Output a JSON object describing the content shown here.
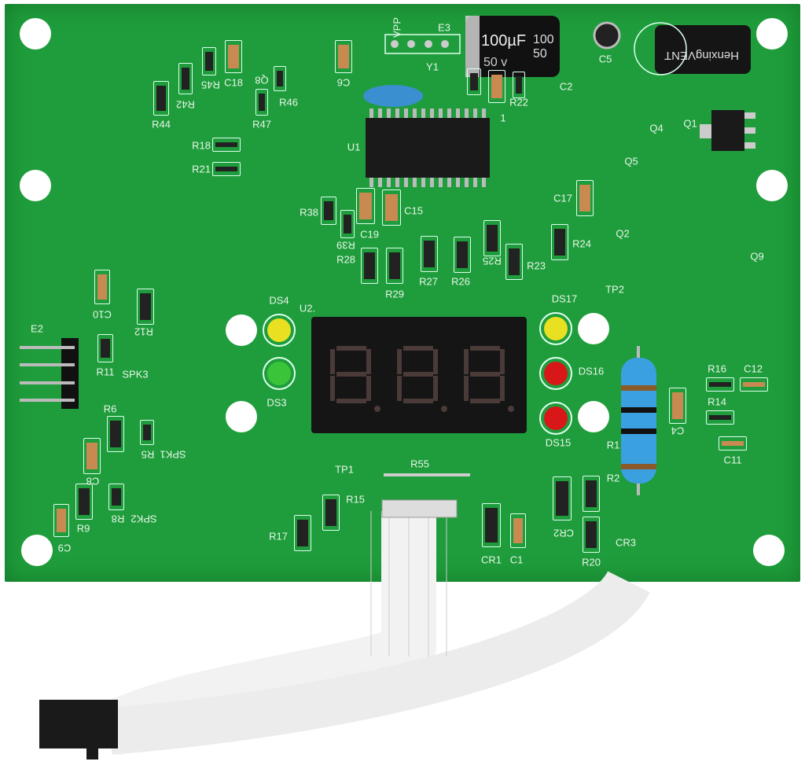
{
  "board_color": "#1f9d3c",
  "capacitor_main": {
    "value": "100µF",
    "voltage": "50 v",
    "side": "100 50"
  },
  "capacitor_secondary": {
    "brand": "Henxing",
    "mark": "VENT"
  },
  "labels": [
    "VPP",
    "E3",
    "Y1",
    "C2",
    "C5",
    "R45",
    "C18",
    "Q8",
    "R46",
    "R42",
    "R44",
    "R47",
    "C6",
    "1",
    "R22",
    "U1",
    "R18",
    "R21",
    "Q4",
    "Q1",
    "Q5",
    "C17",
    "R38",
    "C15",
    "C19",
    "R39",
    "R28",
    "R24",
    "R25",
    "R23",
    "R27",
    "R26",
    "R29",
    "Q2",
    "Q9",
    "TP2",
    "C10",
    "R12",
    "DS4",
    "U2.",
    "DS17",
    "E2",
    "R11",
    "SPK3",
    "DS16",
    "DS3",
    "DS15",
    "R16",
    "C12",
    "C4",
    "R14",
    "R1",
    "C11",
    "R6",
    "SPK1",
    "R5",
    "C8",
    "TP1",
    "R55",
    "R2",
    "R15",
    "R9",
    "R8",
    "SPK2",
    "C9",
    "R17",
    "CR1",
    "C1",
    "CR2",
    "CR3",
    "R20"
  ],
  "led_colors": {
    "DS4": "#e8e020",
    "DS3": "#39c43a",
    "DS17": "#e8e020",
    "DS16": "#d81818",
    "DS15": "#d81818"
  }
}
